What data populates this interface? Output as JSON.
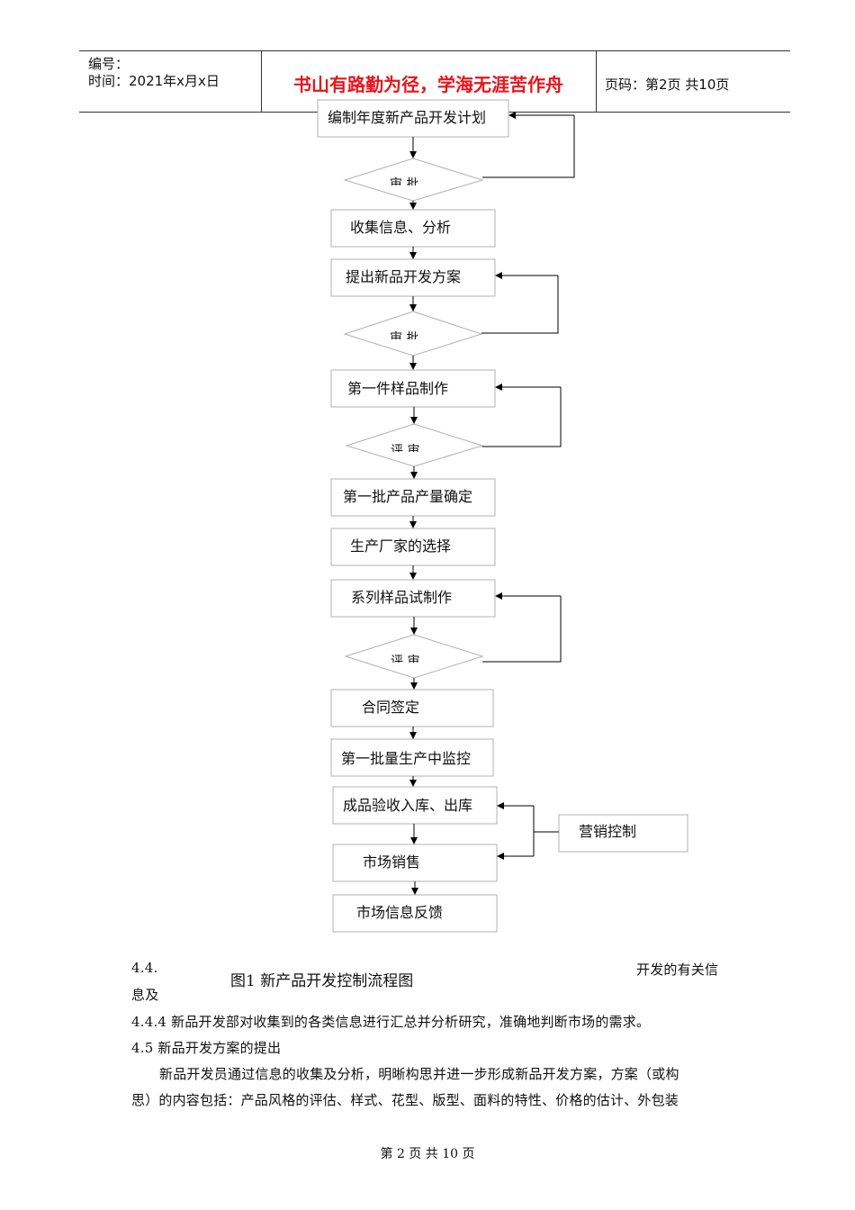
{
  "header": {
    "serial_label": "编号：",
    "time_label": "时间：2021年x月x日",
    "motto": "书山有路勤为径，学海无涯苦作舟",
    "page_label": "页码：第2页  共10页"
  },
  "flowchart": {
    "steps": [
      "编制年度新产品开发计划",
      "审 批",
      "收集信息、分析",
      "提出新品开发方案",
      "审 批",
      "第一件样品制作",
      "评 审",
      "第一批产品产量确定",
      "生产厂家的选择",
      "系列样品试制作",
      "评 审",
      "合同签定",
      "第一批量生产中监控",
      "成品验收入库、出库",
      "市场销售",
      "市场信息反馈"
    ],
    "side_box": "营销控制",
    "caption": "图1   新产品开发控制流程图"
  },
  "body": {
    "line1_start": "4.4.",
    "line1_end": "开发的有关信",
    "line2_start": "息及",
    "line3": "4.4.4 新品开发部对收集到的各类信息进行汇总并分析研究，准确地判断市场的需求。",
    "line4": "4.5 新品开发方案的提出",
    "line5": "新品开发员通过信息的收集及分析，明晰构思并进一步形成新品开发方案，方案（或构",
    "line6": "思）的内容包括：产品风格的评估、样式、花型、版型、面料的特性、价格的估计、外包装"
  },
  "footer": {
    "text": "第 2 页 共 10 页"
  }
}
